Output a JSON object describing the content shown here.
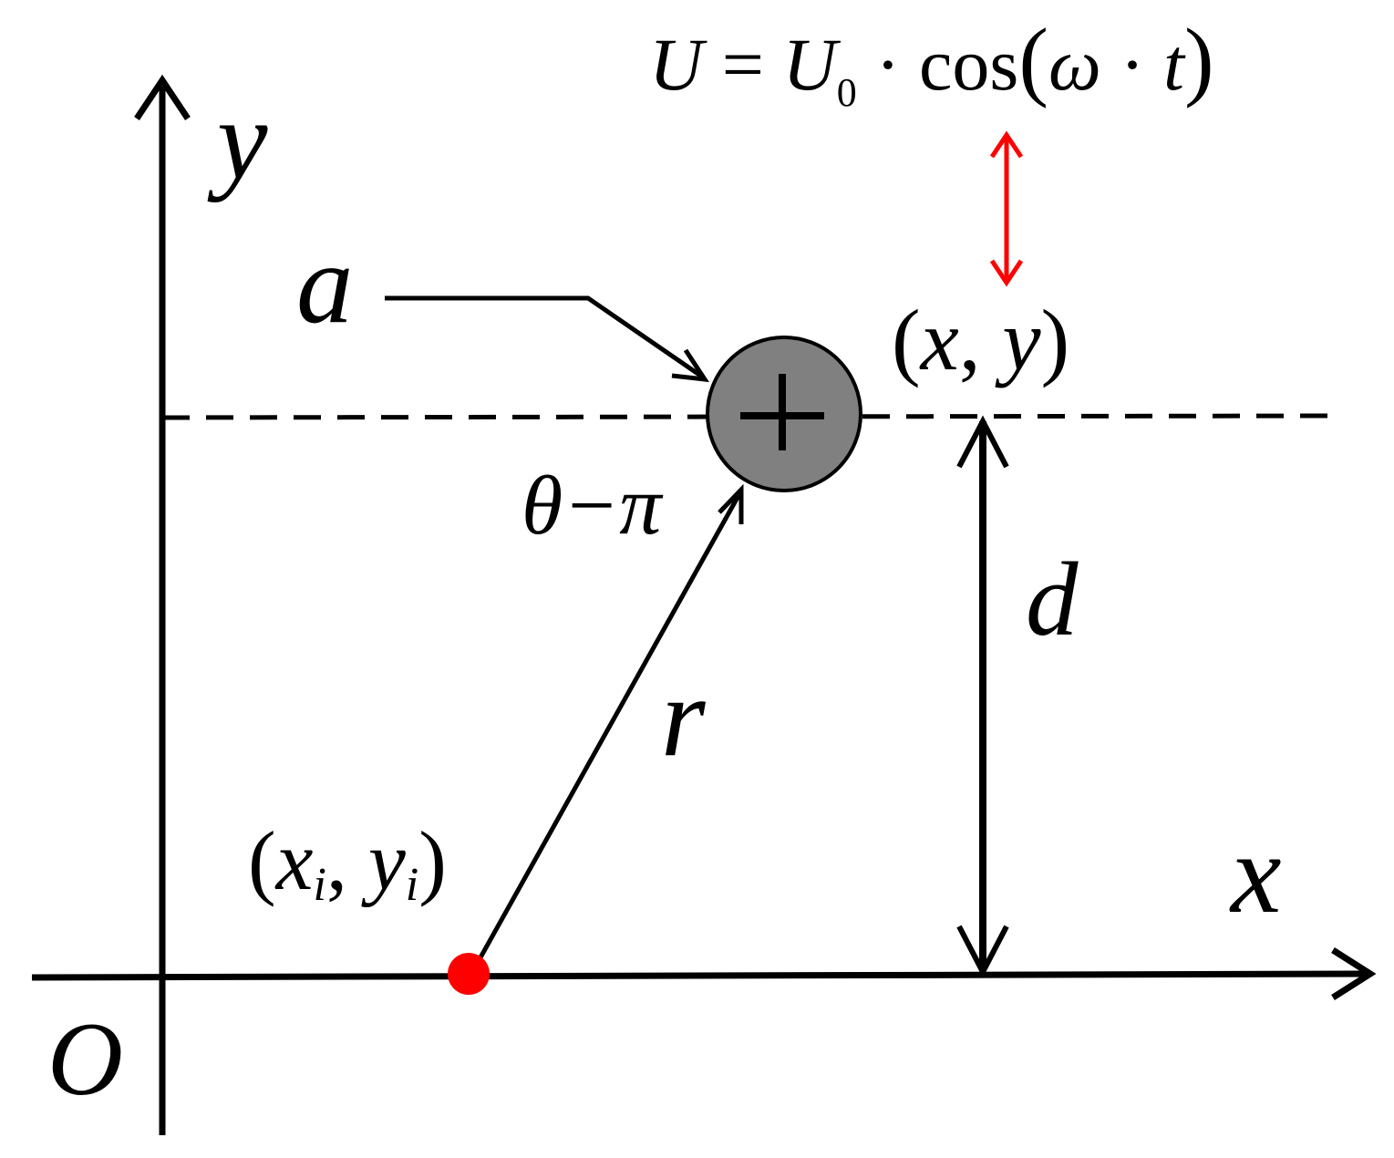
{
  "labels": {
    "y_axis": "y",
    "x_axis": "x",
    "origin": "O",
    "radius_label": "a",
    "distance_label": "d",
    "vector_label": "r",
    "angle_label": "θ−π",
    "wire_point_open": "(",
    "wire_point_x": "x",
    "wire_point_sep": ", ",
    "wire_point_y": "y",
    "wire_point_close": ")",
    "source_point_open": "(",
    "source_point_x": "x",
    "source_point_xsub": "i",
    "source_point_sep": ", ",
    "source_point_y": "y",
    "source_point_ysub": "i",
    "source_point_close": ")"
  },
  "equation": {
    "lhs": "U",
    "equals": " = ",
    "amp": "U",
    "amp_sub": "0",
    "dot1": " · ",
    "func": "cos",
    "open": "(",
    "omega": "ω",
    "dot2": " · ",
    "t": "t",
    "close": ")"
  },
  "colors": {
    "ink": "#000000",
    "wire_fill": "#808080",
    "source_point": "#ff0000",
    "oscillation_arrow": "#ff0000"
  }
}
